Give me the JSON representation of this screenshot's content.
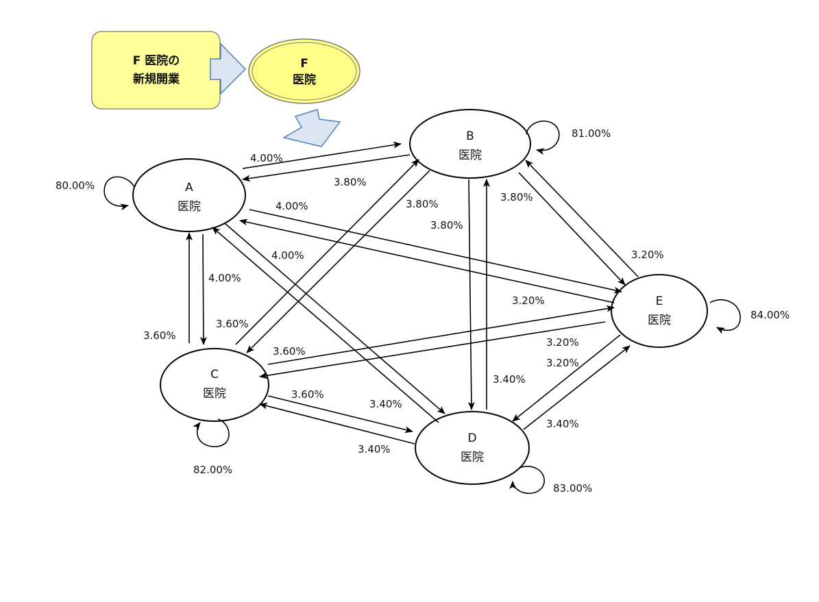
{
  "callout": {
    "line1": "F 医院の",
    "line2": "新規開業"
  },
  "new_clinic": {
    "line1": "F",
    "line2": "医院"
  },
  "nodes": {
    "A": {
      "letter": "A",
      "kanji": "医院"
    },
    "B": {
      "letter": "B",
      "kanji": "医院"
    },
    "C": {
      "letter": "C",
      "kanji": "医院"
    },
    "D": {
      "letter": "D",
      "kanji": "医院"
    },
    "E": {
      "letter": "E",
      "kanji": "医院"
    }
  },
  "self_loops": {
    "A": "80.00%",
    "B": "81.00%",
    "C": "82.00%",
    "D": "83.00%",
    "E": "84.00%"
  },
  "transitions": {
    "A_to_B": "4.00%",
    "B_to_A": "3.80%",
    "A_to_E": "4.00%",
    "A_to_D": "4.00%",
    "A_to_C": "4.00%",
    "C_to_A": "3.60%",
    "B_to_C": "3.80%",
    "B_to_D": "3.80%",
    "B_to_E": "3.80%",
    "E_to_B": "3.20%",
    "E_to_A": "3.20%",
    "C_to_B": "3.60%",
    "C_to_E": "3.60%",
    "E_to_C": "3.20%",
    "E_to_D": "3.20%",
    "C_to_D": "3.60%",
    "D_to_C": "3.40%",
    "D_to_A": "3.40%",
    "D_to_B": "3.40%",
    "D_to_E": "3.40%"
  },
  "colors": {
    "callout_fill": "#ffff99",
    "clinic_fill": "#ffff88",
    "block_arrow_fill": "#dce6f2",
    "block_arrow_stroke": "#4f81bd"
  }
}
